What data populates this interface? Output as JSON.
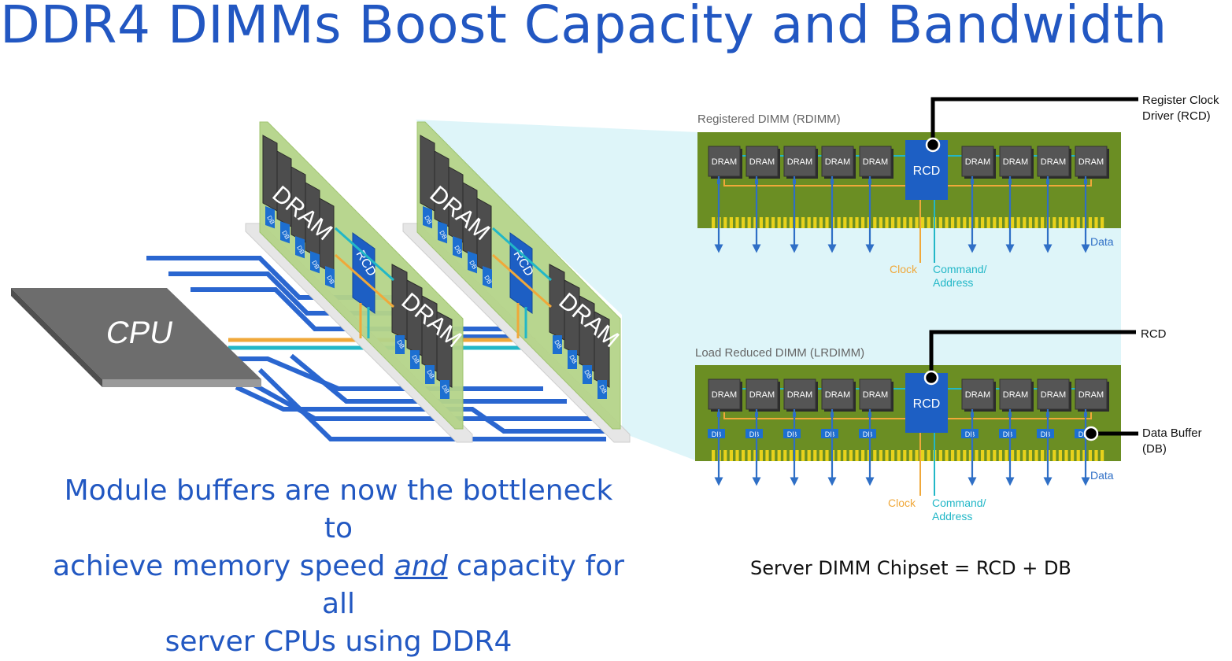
{
  "title": "DDR4 DIMMs Boost Capacity and Bandwidth",
  "left_illustration": {
    "cpu_label": "CPU",
    "module_dram_label": "DRAM",
    "module_rcd_label": "RCD",
    "module_db_label": "DB"
  },
  "rdimm": {
    "title": "Registered DIMM (RDIMM)",
    "chip_label": "DRAM",
    "rcd_label": "RCD",
    "clock_label": "Clock",
    "command_label_line1": "Command/",
    "command_label_line2": "Address",
    "data_label": "Data"
  },
  "lrdimm": {
    "title": "Load Reduced DIMM (LRDIMM)",
    "chip_label": "DRAM",
    "rcd_label": "RCD",
    "db_label": "DB",
    "clock_label": "Clock",
    "command_label_line1": "Command/",
    "command_label_line2": "Address",
    "data_label": "Data"
  },
  "callouts": {
    "rcd_full_line1": "Register Clock",
    "rcd_full_line2": "Driver (RCD)",
    "rcd_short": "RCD",
    "db_line1": "Data Buffer",
    "db_line2": "(DB)"
  },
  "caption": {
    "line1": "Module buffers are now the bottleneck to",
    "line2_pre": "achieve memory speed ",
    "line2_em": "and",
    "line2_post": " capacity for all",
    "line3": "server CPUs using DDR4"
  },
  "footer": "Server DIMM Chipset = RCD + DB",
  "colors": {
    "title": "#2257c2",
    "pcb": "#6b8e23",
    "pcb_light": "#b5d48a",
    "dram": "#4a4a4a",
    "rcd": "#1d5fc4",
    "db": "#1d6fd1",
    "gold": "#e8d21c",
    "clock": "#f0a83a",
    "command": "#22b7c7",
    "data": "#2f6fc6",
    "trace": "#2a66d0",
    "highlight": "#dff5f8"
  }
}
